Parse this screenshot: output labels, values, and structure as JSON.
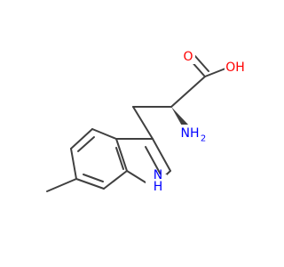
{
  "molecule": {
    "labels": {
      "oxygen_carbonyl": "O",
      "hydroxyl": "OH",
      "amine": "NH",
      "amine_sub": "2",
      "indole_nh": "NH",
      "indole_h": "H"
    },
    "colors": {
      "bond": "#404040",
      "oxygen": "#ff0000",
      "nitrogen": "#0000ff"
    }
  }
}
